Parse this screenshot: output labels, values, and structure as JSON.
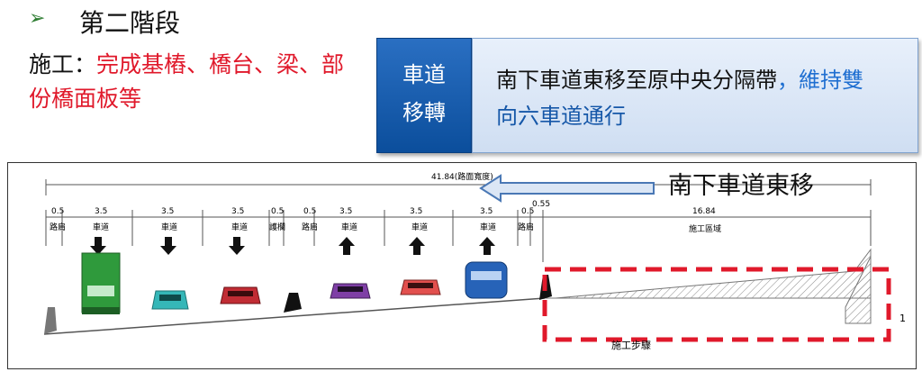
{
  "heading": {
    "bullet": "➢",
    "title": "第二階段"
  },
  "construction": {
    "label": "施工：",
    "text_line1": "完成基樁、橋台、梁、部",
    "text_line2": "份橋面板等"
  },
  "tag": {
    "line1": "車道",
    "line2": "移轉"
  },
  "description": {
    "part1": "南下車道東移至原中央分隔帶",
    "part2": "，維持雙",
    "line2": "向六車道通行"
  },
  "diagram": {
    "arrow_label": "南下車道東移",
    "top_dim": "41.84(路面寬度)",
    "lane_dims": [
      "0.5",
      "3.5",
      "3.5",
      "3.5",
      "0.5",
      "0.5",
      "3.5",
      "3.5",
      "3.5",
      "0.5",
      "0.55",
      "16.84"
    ],
    "lane_labels": [
      "路肩",
      "車道",
      "車道",
      "車道",
      "護欄",
      "路肩",
      "車道",
      "車道",
      "車道",
      "路肩",
      "施工區域"
    ],
    "bottom_note": "施工步驟",
    "right_mark": "1"
  },
  "colors": {
    "accent_blue": "#0b4e9c",
    "red": "#e0192b",
    "dash_red": "#e0192b"
  }
}
